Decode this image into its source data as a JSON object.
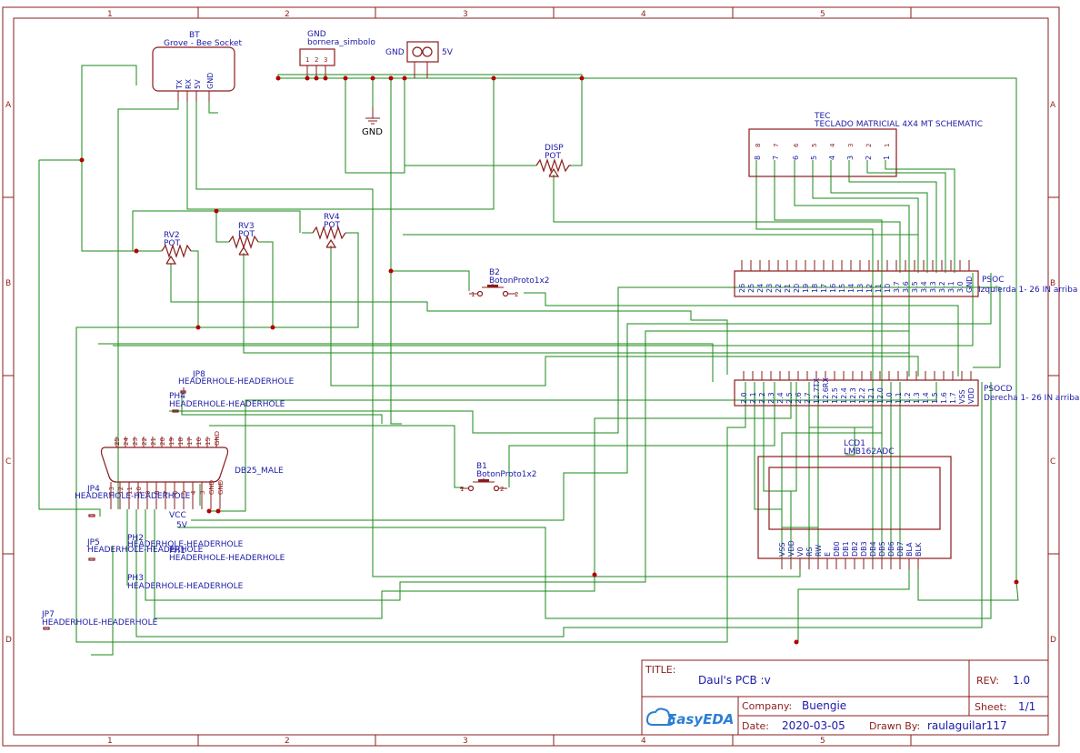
{
  "sheet": {
    "zones_columns": [
      "1",
      "2",
      "3",
      "4",
      "5"
    ],
    "zones_rows": [
      "A",
      "B",
      "C",
      "D"
    ]
  },
  "title_block": {
    "title_label": "TITLE:",
    "title": "Daul's PCB :v",
    "rev_label": "REV:",
    "rev": "1.0",
    "company_label": "Company:",
    "company": "Buengie",
    "sheet_label": "Sheet:",
    "sheet": "1/1",
    "date_label": "Date:",
    "date": "2020-03-05",
    "drawn_by_label": "Drawn By:",
    "drawn_by": "raulaguilar117",
    "logo": "EasyEDA"
  },
  "components": {
    "bt": {
      "ref": "BT",
      "value": "Grove - Bee Socket",
      "pins": [
        "TX",
        "RX",
        "5V",
        "GND"
      ]
    },
    "gnd_bornera": {
      "ref": "GND",
      "value": "bornera_simbolo",
      "pins": [
        "1",
        "2",
        "3"
      ]
    },
    "power_5v": {
      "left": "GND",
      "right": "5V"
    },
    "gnd_symbol": {
      "label": "GND"
    },
    "tec": {
      "ref": "TEC",
      "value": "TECLADO MATRICIAL 4X4 MT SCHEMATIC",
      "pins": [
        "8",
        "7",
        "6",
        "5",
        "4",
        "3",
        "2",
        "1"
      ]
    },
    "disp": {
      "ref": "DISP",
      "value": "POT"
    },
    "rv2": {
      "ref": "RV2",
      "value": "POT"
    },
    "rv3": {
      "ref": "RV3",
      "value": "POT"
    },
    "rv4": {
      "ref": "RV4",
      "value": "POT"
    },
    "b2": {
      "ref": "B2",
      "value": "BotonProto1x2",
      "pin1": "1",
      "pin2": "2"
    },
    "b1": {
      "ref": "B1",
      "value": "BotonProto1x2",
      "pin1": "1",
      "pin2": "2"
    },
    "psoc": {
      "ref": "PSOC",
      "value": "Izquierda 1- 26 IN arriba",
      "pins": [
        "26",
        "25",
        "24",
        "23",
        "22",
        "21",
        "20",
        "19",
        "18",
        "17",
        "16",
        "15",
        "14",
        "13",
        "12",
        "11",
        "10",
        "3.7",
        "3.6",
        "3.5",
        "3.4",
        "3.3",
        "3.2",
        "3.1",
        "3.0",
        "GND"
      ]
    },
    "psocd": {
      "ref": "PSOCD",
      "value": "Derecha 1- 26 IN arriba",
      "pins": [
        "2.0",
        "2.1",
        "2.2",
        "2.3",
        "2.4",
        "2.5",
        "2.6",
        "2.7",
        "12.7TX",
        "12.6RX",
        "12.5",
        "12.4",
        "12.3",
        "12.2",
        "12.1",
        "12.0",
        "1.0",
        "1.1",
        "1.2",
        "1.3",
        "1.4",
        "1.5",
        "1.6",
        "1.7",
        "VSS",
        "VDD"
      ]
    },
    "lcd1": {
      "ref": "LCD1",
      "value": "LMB162ADC",
      "pins": [
        "VSS",
        "VDD",
        "V0",
        "RS",
        "RW",
        "E",
        "DB0",
        "DB1",
        "DB2",
        "DB3",
        "DB4",
        "DB5",
        "DB6",
        "DB7",
        "BLA",
        "BLK"
      ]
    },
    "db25": {
      "ref": "DB25_MALE",
      "top_pins": [
        "25",
        "24",
        "23",
        "22",
        "21",
        "20",
        "19",
        "18",
        "17",
        "16",
        "15",
        "GND"
      ],
      "bottom_pins": [
        "13",
        "12",
        "11",
        "10",
        "9",
        "8",
        "7",
        "6",
        "5",
        "4",
        "3",
        "GND",
        "GND"
      ]
    },
    "vcc": {
      "label": "VCC",
      "value": "5V"
    },
    "headers": [
      {
        "ref": "JP8",
        "value": "HEADERHOLE-HEADERHOLE"
      },
      {
        "ref": "PH4",
        "value": "HEADERHOLE-HEADERHOLE"
      },
      {
        "ref": "JP4",
        "value": "HEADERHOLE-HEADERHOLE"
      },
      {
        "ref": "JP5",
        "value": "HEADERHOLE-HEADERHOLE"
      },
      {
        "ref": "PH2",
        "value": "HEADERHOLE-HEADERHOLE"
      },
      {
        "ref": "PH1",
        "value": "HEADERHOLE-HEADERHOLE"
      },
      {
        "ref": "PH3",
        "value": "HEADERHOLE-HEADERHOLE"
      },
      {
        "ref": "JP7",
        "value": "HEADERHOLE-HEADERHOLE"
      }
    ]
  }
}
